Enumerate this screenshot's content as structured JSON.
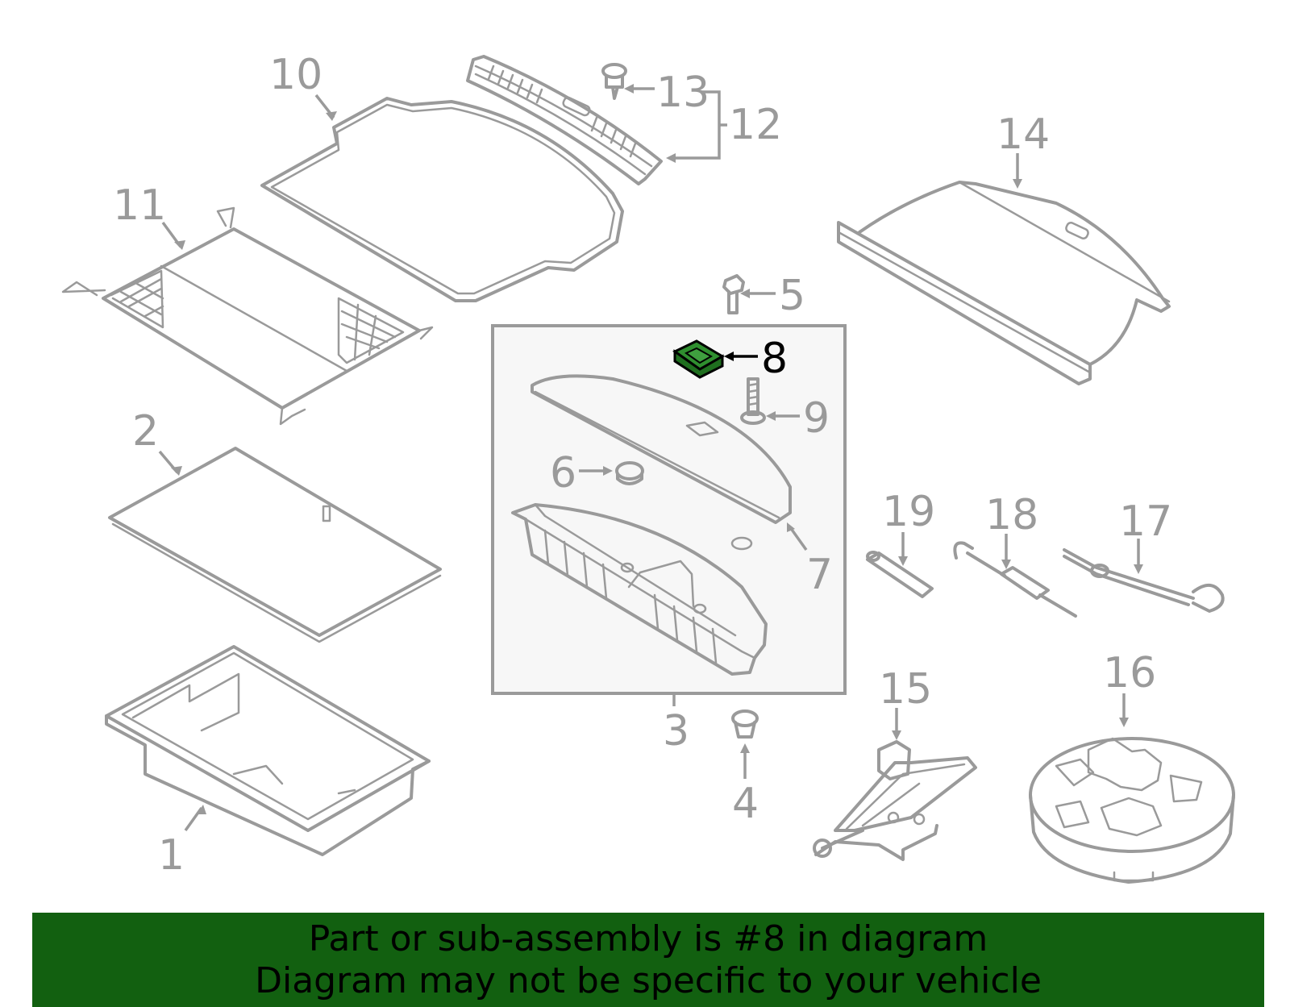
{
  "diagram": {
    "callouts": [
      {
        "id": "1",
        "label": "1"
      },
      {
        "id": "2",
        "label": "2"
      },
      {
        "id": "3",
        "label": "3"
      },
      {
        "id": "4",
        "label": "4"
      },
      {
        "id": "5",
        "label": "5"
      },
      {
        "id": "6",
        "label": "6"
      },
      {
        "id": "7",
        "label": "7"
      },
      {
        "id": "8",
        "label": "8",
        "highlighted": true
      },
      {
        "id": "9",
        "label": "9"
      },
      {
        "id": "10",
        "label": "10"
      },
      {
        "id": "11",
        "label": "11"
      },
      {
        "id": "12",
        "label": "12"
      },
      {
        "id": "13",
        "label": "13"
      },
      {
        "id": "14",
        "label": "14"
      },
      {
        "id": "15",
        "label": "15"
      },
      {
        "id": "16",
        "label": "16"
      },
      {
        "id": "17",
        "label": "17"
      },
      {
        "id": "18",
        "label": "18"
      },
      {
        "id": "19",
        "label": "19"
      }
    ],
    "colors": {
      "line_art": "#9a9a9a",
      "highlight_part": "#2f8f2f",
      "highlight_label": "#000000",
      "subassembly_box": "#f7f7f7"
    }
  },
  "banner": {
    "line1": "Part or sub-assembly is #8 in diagram",
    "line2": "Diagram may not be specific to your vehicle",
    "background": "#126010"
  }
}
